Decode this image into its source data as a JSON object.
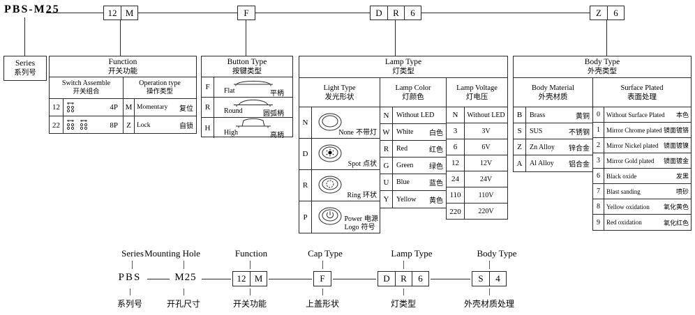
{
  "colors": {
    "line": "#2a2a2a",
    "background": "#ffffff",
    "text": "#000000"
  },
  "header": {
    "part_number": "PBS-M25",
    "function_code": [
      "12",
      "M"
    ],
    "cap_code": [
      "F"
    ],
    "lamp_code": [
      "D",
      "R",
      "6"
    ],
    "body_code": [
      "Z",
      "6"
    ]
  },
  "series": {
    "en": "Series",
    "zh": "系列号"
  },
  "function": {
    "title_en": "Function",
    "title_zh": "开关功能",
    "col1_en": "Switch Assemble",
    "col1_zh": "开关组合",
    "col2_en": "Operation type",
    "col2_zh": "操作类型",
    "assemble_rows": [
      {
        "code": "12",
        "label": "4P",
        "icon": "pin-diagram-4p-icon"
      },
      {
        "code": "22",
        "label": "8P",
        "icon": "pin-diagram-8p-icon"
      }
    ],
    "operation_rows": [
      {
        "code": "M",
        "en": "Momentary",
        "zh": "复位"
      },
      {
        "code": "Z",
        "en": "Lock",
        "zh": "自锁"
      }
    ]
  },
  "button_type": {
    "title_en": "Button Type",
    "title_zh": "按键类型",
    "rows": [
      {
        "code": "F",
        "en": "Flat",
        "zh": "平柄",
        "icon": "flat-cap-icon"
      },
      {
        "code": "R",
        "en": "Round",
        "zh": "圆弧柄",
        "icon": "round-cap-icon"
      },
      {
        "code": "H",
        "en": "High",
        "zh": "高柄",
        "icon": "high-cap-icon"
      }
    ]
  },
  "lamp": {
    "title_en": "Lamp  Type",
    "title_zh": "灯类型",
    "light": {
      "hdr_en": "Light Type",
      "hdr_zh": "发光形状",
      "rows": [
        {
          "code": "N",
          "en": "None",
          "zh": "不带灯",
          "icon": "lamp-none-icon"
        },
        {
          "code": "D",
          "en": "Spot",
          "zh": "点状",
          "icon": "lamp-spot-icon"
        },
        {
          "code": "R",
          "en": "Ring",
          "zh": "环状",
          "icon": "lamp-ring-icon"
        },
        {
          "code": "P",
          "en": "Power",
          "zh": "电源",
          "en2": "Logo",
          "zh2": "符号",
          "icon": "lamp-power-icon"
        }
      ]
    },
    "color": {
      "hdr_en": "Lamp  Color",
      "hdr_zh": "灯颜色",
      "rows": [
        {
          "code": "N",
          "en": "Without LED",
          "zh": ""
        },
        {
          "code": "W",
          "en": "White",
          "zh": "白色"
        },
        {
          "code": "R",
          "en": "Red",
          "zh": "红色"
        },
        {
          "code": "G",
          "en": "Green",
          "zh": "绿色"
        },
        {
          "code": "U",
          "en": "Blue",
          "zh": "蓝色"
        },
        {
          "code": "Y",
          "en": "Yellow",
          "zh": "黄色"
        }
      ]
    },
    "voltage": {
      "hdr_en": "Lamp Voltage",
      "hdr_zh": "灯电压",
      "rows": [
        {
          "code": "N",
          "label": "Without LED"
        },
        {
          "code": "3",
          "label": "3V"
        },
        {
          "code": "6",
          "label": "6V"
        },
        {
          "code": "12",
          "label": "12V"
        },
        {
          "code": "24",
          "label": "24V"
        },
        {
          "code": "110",
          "label": "110V"
        },
        {
          "code": "220",
          "label": "220V"
        }
      ]
    }
  },
  "body": {
    "title_en": "Body Type",
    "title_zh": "外壳类型",
    "material": {
      "hdr_en": "Body Material",
      "hdr_zh": "外壳材质",
      "rows": [
        {
          "code": "B",
          "en": "Brass",
          "zh": "黄铜"
        },
        {
          "code": "S",
          "en": "SUS",
          "zh": "不锈钢"
        },
        {
          "code": "Z",
          "en": "Zn Alloy",
          "zh": "锌合金"
        },
        {
          "code": "A",
          "en": "Al Alloy",
          "zh": "铝合金"
        }
      ]
    },
    "surface": {
      "hdr_en": "Surface  Plated",
      "hdr_zh": "表面处理",
      "rows": [
        {
          "code": "0",
          "en": "Without Surface Plated",
          "zh": "本色"
        },
        {
          "code": "1",
          "en": "Mirror Chrome plated",
          "zh": "镜面镀铬"
        },
        {
          "code": "2",
          "en": "Mirror Nickel plated",
          "zh": "镜面镀镍"
        },
        {
          "code": "3",
          "en": "Mirror Gold plated",
          "zh": "镜面镀金"
        },
        {
          "code": "6",
          "en": "Black oxide",
          "zh": "发黑"
        },
        {
          "code": "7",
          "en": "Blast sanding",
          "zh": "喷砂"
        },
        {
          "code": "8",
          "en": "Yellow oxidation",
          "zh": "氧化黄色"
        },
        {
          "code": "9",
          "en": "Red oxidation",
          "zh": "氧化红色"
        }
      ]
    }
  },
  "example": {
    "labels_en": [
      "Series",
      "Mounting Hole",
      "Function",
      "Cap Type",
      "Lamp  Type",
      "Body Type"
    ],
    "labels_zh": [
      "系列号",
      "开孔尺寸",
      "开关功能",
      "上盖形状",
      "灯类型",
      "外壳材质处理"
    ],
    "series_code": "PBS",
    "mounting_code": "M25",
    "function_code": [
      "12",
      "M"
    ],
    "cap_code": [
      "F"
    ],
    "lamp_code": [
      "D",
      "R",
      "6"
    ],
    "body_code": [
      "S",
      "4"
    ]
  }
}
